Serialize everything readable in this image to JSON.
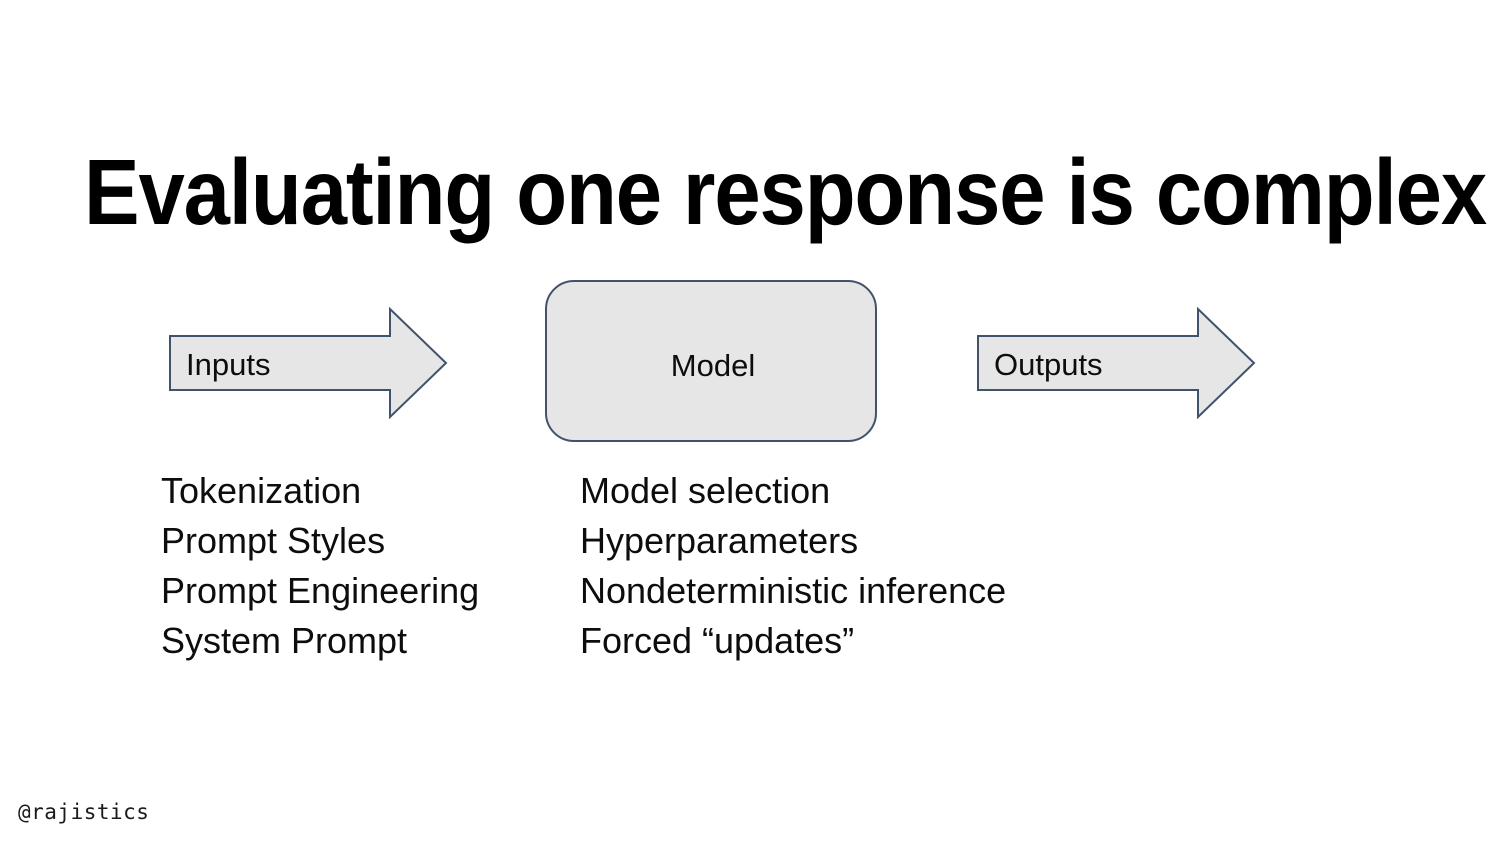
{
  "slide": {
    "title": "Evaluating one response is complex",
    "background_color": "#ffffff",
    "text_color": "#0d0d0d",
    "watermark": "@rajistics"
  },
  "diagram": {
    "shape_fill": "#e6e6e6",
    "shape_border": "#41536b",
    "stages": [
      {
        "id": "inputs",
        "label": "Inputs",
        "shape": "block-arrow"
      },
      {
        "id": "model",
        "label": "Model",
        "shape": "rounded-rectangle"
      },
      {
        "id": "outputs",
        "label": "Outputs",
        "shape": "block-arrow"
      }
    ]
  },
  "columns": [
    {
      "id": "inputs-factors",
      "items": [
        "Tokenization",
        "Prompt Styles",
        "Prompt Engineering",
        "System Prompt"
      ]
    },
    {
      "id": "model-factors",
      "items": [
        "Model selection",
        "Hyperparameters",
        "Nondeterministic inference",
        "Forced “updates”"
      ]
    }
  ]
}
